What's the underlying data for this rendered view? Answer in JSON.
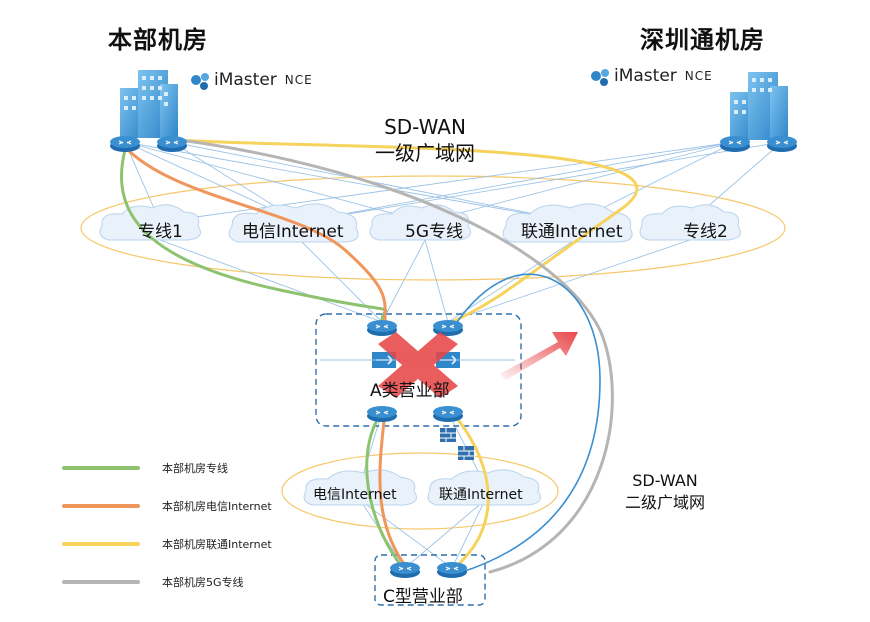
{
  "hq": {
    "title": "本部机房",
    "nce_brand": "iMaster",
    "nce_suffix": "NCE"
  },
  "sz": {
    "title": "深圳通机房",
    "nce_brand": "iMaster",
    "nce_suffix": "NCE"
  },
  "wan1": {
    "line1": "SD-WAN",
    "line2": "一级广域网"
  },
  "wan2": {
    "line1": "SD-WAN",
    "line2": "二级广域网"
  },
  "wan1_clouds": [
    {
      "label": "专线1"
    },
    {
      "label": "电信Internet"
    },
    {
      "label": "5G专线"
    },
    {
      "label": "联通Internet"
    },
    {
      "label": "专线2"
    }
  ],
  "wan2_clouds": [
    {
      "label": "电信Internet"
    },
    {
      "label": "联通Internet"
    }
  ],
  "site_a": {
    "label": "A类营业部"
  },
  "site_c": {
    "label": "C型营业部"
  },
  "legend": [
    {
      "label": "本部机房专线",
      "color": "#8dc26f"
    },
    {
      "label": "本部机房电信Internet",
      "color": "#f0965a"
    },
    {
      "label": "本部机房联通Internet",
      "color": "#f5d35c"
    },
    {
      "label": "本部机房5G专线",
      "color": "#b5b5b5"
    }
  ],
  "colors": {
    "router": "#3a8fd1",
    "blue_link": "#3b8fd0",
    "thin_link": "#9cc3e6",
    "fault": "#e8474a",
    "ring": "#f6c86a"
  }
}
